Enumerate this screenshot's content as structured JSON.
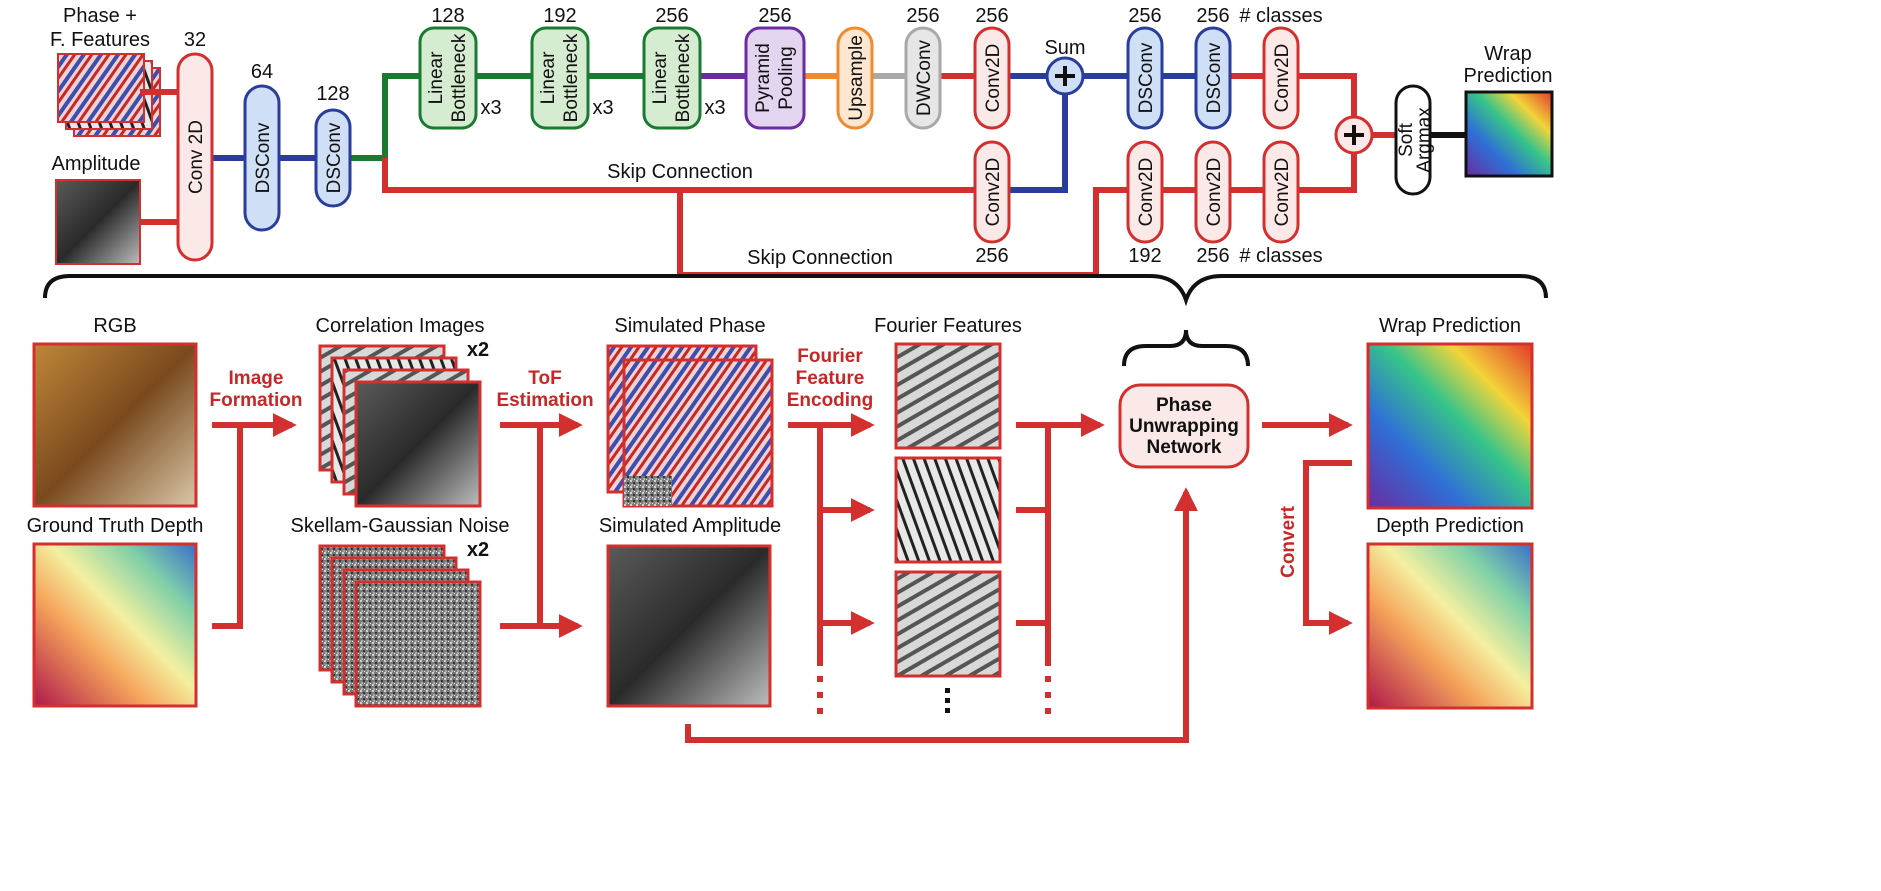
{
  "colors": {
    "red": "#d32f2f",
    "blue": "#2a3c9c",
    "green": "#1b7a32",
    "purple": "#6a2ca0",
    "orange": "#f08a2e",
    "gray": "#a9a9a9",
    "black": "#111111"
  },
  "network": {
    "inputs": {
      "phase_label_1": "Phase +",
      "phase_label_2": "F. Features",
      "amplitude_label": "Amplitude"
    },
    "blocks": {
      "conv2d_first": "Conv 2D",
      "dsconv": "DSConv",
      "linear_bottleneck_1": "Linear",
      "linear_bottleneck_2": "Bottleneck",
      "pyramid_1": "Pyramid",
      "pyramid_2": "Pooling",
      "upsample": "Upsample",
      "dwconv": "DWConv",
      "conv2d": "Conv2D",
      "soft_argmax_1": "Soft",
      "soft_argmax_2": "Argmax"
    },
    "channels": {
      "c32": "32",
      "c64": "64",
      "c128a": "128",
      "c128b": "128",
      "c192": "192",
      "c256a": "256",
      "c256b": "256",
      "c256c": "256",
      "c256d": "256",
      "c256e": "256",
      "c256f": "256",
      "classes_top": "# classes",
      "skip_conv_256": "256",
      "bottom_192": "192",
      "bottom_256": "256",
      "classes_bottom": "# classes"
    },
    "repeat": "x3",
    "sum_label": "Sum",
    "skip_connection_1": "Skip Connection",
    "skip_connection_2": "Skip Connection",
    "output_1": "Wrap",
    "output_2": "Prediction"
  },
  "pipeline": {
    "rgb": "RGB",
    "ground_truth_depth": "Ground Truth Depth",
    "image_formation_1": "Image",
    "image_formation_2": "Formation",
    "correlation_images": "Correlation Images",
    "skellam_noise": "Skellam-Gaussian Noise",
    "x2_top": "x2",
    "x2_bottom": "x2",
    "tof_estimation_1": "ToF",
    "tof_estimation_2": "Estimation",
    "simulated_phase": "Simulated Phase",
    "simulated_amplitude": "Simulated Amplitude",
    "fourier_encoding_1": "Fourier",
    "fourier_encoding_2": "Feature",
    "fourier_encoding_3": "Encoding",
    "fourier_features": "Fourier Features",
    "network_1": "Phase",
    "network_2": "Unwrapping",
    "network_3": "Network",
    "wrap_prediction": "Wrap Prediction",
    "convert": "Convert",
    "depth_prediction": "Depth Prediction"
  }
}
